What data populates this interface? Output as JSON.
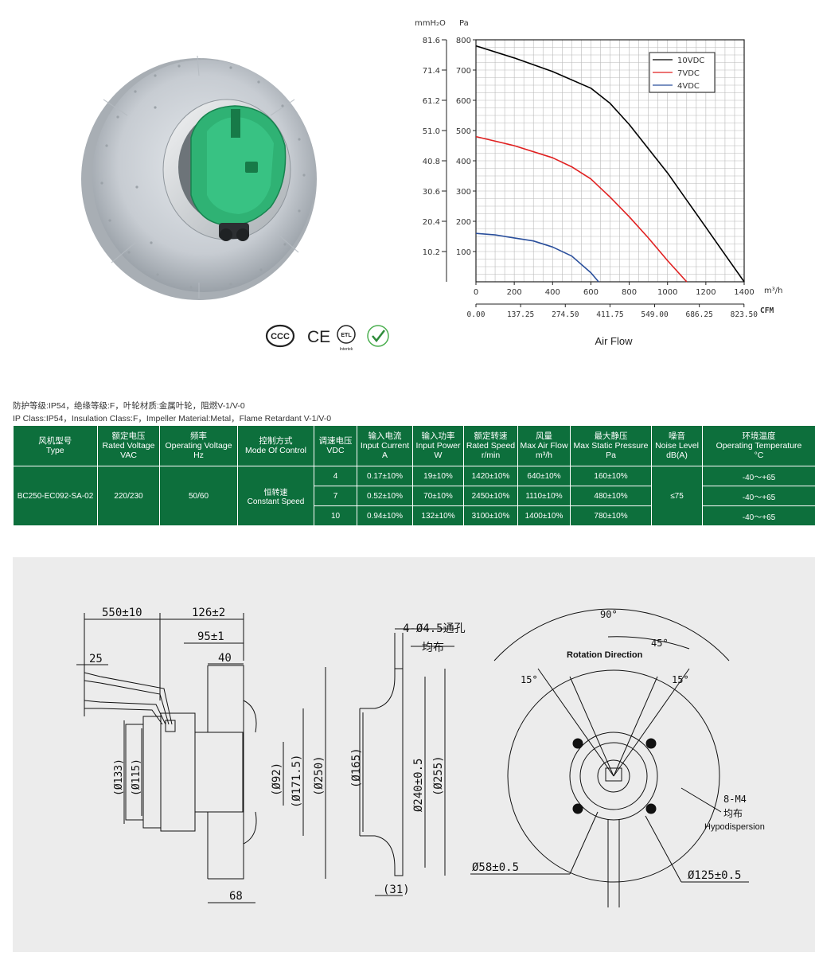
{
  "chart_data": {
    "type": "line",
    "title": "",
    "xlabel": "Air Flow",
    "x_unit_primary": "m³/h",
    "x_unit_secondary": "CFM",
    "y_unit_primary": "Pa",
    "y_unit_secondary": "mmH₂O",
    "xlim": [
      0,
      1400
    ],
    "ylim": [
      0,
      800
    ],
    "x_ticks": [
      "0",
      "200",
      "400",
      "600",
      "800",
      "1000",
      "1200",
      "1400"
    ],
    "x_ticks_cfm": [
      "0.00",
      "137.25",
      "274.50",
      "411.75",
      "549.00",
      "686.25",
      "823.50"
    ],
    "y_ticks_pa": [
      "100",
      "200",
      "300",
      "400",
      "500",
      "600",
      "700",
      "800"
    ],
    "y_ticks_mmh2o": [
      "10.2",
      "20.4",
      "30.6",
      "40.8",
      "51.0",
      "61.2",
      "71.4",
      "81.6"
    ],
    "grid": true,
    "legend_position": "top-right",
    "series": [
      {
        "name": "10VDC",
        "color": "#000000",
        "x": [
          0,
          200,
          400,
          600,
          700,
          800,
          900,
          1000,
          1100,
          1200,
          1300,
          1400
        ],
        "y": [
          780,
          740,
          695,
          640,
          590,
          520,
          440,
          360,
          270,
          180,
          90,
          0
        ]
      },
      {
        "name": "7VDC",
        "color": "#e02020",
        "x": [
          0,
          200,
          400,
          500,
          600,
          700,
          800,
          900,
          1000,
          1100
        ],
        "y": [
          480,
          450,
          410,
          380,
          340,
          280,
          215,
          145,
          70,
          0
        ]
      },
      {
        "name": "4VDC",
        "color": "#2a4f9c",
        "x": [
          0,
          100,
          200,
          300,
          400,
          500,
          600,
          640
        ],
        "y": [
          160,
          155,
          145,
          135,
          115,
          85,
          30,
          0
        ]
      }
    ]
  },
  "certifications": [
    "CCC",
    "CE",
    "ETL Intertek",
    "RoHS"
  ],
  "spec_line_cn": "防护等级:IP54，绝缘等级:F，叶轮材质:金属叶轮，阻燃V-1/V-0",
  "spec_line_en": "IP Class:IP54，Insulation Class:F，Impeller Material:Metal，Flame Retardant V-1/V-0",
  "table": {
    "headers": [
      {
        "cn": "风机型号",
        "en": "Type",
        "unit": ""
      },
      {
        "cn": "额定电压",
        "en": "Rated Voltage",
        "unit": "VAC"
      },
      {
        "cn": "频率",
        "en": "Operating Voltage",
        "unit": "Hz"
      },
      {
        "cn": "控制方式",
        "en": "Mode Of Control",
        "unit": ""
      },
      {
        "cn": "调速电压",
        "en": "VDC",
        "unit": ""
      },
      {
        "cn": "输入电流",
        "en": "Input Current",
        "unit": "A"
      },
      {
        "cn": "输入功率",
        "en": "Input Power",
        "unit": "W"
      },
      {
        "cn": "额定转速",
        "en": "Rated Speed",
        "unit": "r/min"
      },
      {
        "cn": "风量",
        "en": "Max Air Flow",
        "unit": "m³/h"
      },
      {
        "cn": "最大静压",
        "en": "Max Static Pressure",
        "unit": "Pa"
      },
      {
        "cn": "噪音",
        "en": "Noise Level",
        "unit": "dB(A)"
      },
      {
        "cn": "环境温度",
        "en": "Operating Temperature",
        "unit": "°C"
      }
    ],
    "type": "BC250-EC092-SA-02",
    "rated_voltage": "220/230",
    "frequency": "50/60",
    "control_cn": "恒转速",
    "control_en": "Constant Speed",
    "noise": "≤75",
    "rows": [
      {
        "vdc": "4",
        "current": "0.17±10%",
        "power": "19±10%",
        "speed": "1420±10%",
        "flow": "640±10%",
        "pressure": "160±10%",
        "temp": "-40～+65"
      },
      {
        "vdc": "7",
        "current": "0.52±10%",
        "power": "70±10%",
        "speed": "2450±10%",
        "flow": "1110±10%",
        "pressure": "480±10%",
        "temp": "-40～+65"
      },
      {
        "vdc": "10",
        "current": "0.94±10%",
        "power": "132±10%",
        "speed": "3100±10%",
        "flow": "1400±10%",
        "pressure": "780±10%",
        "temp": "-40～+65"
      }
    ]
  },
  "drawing": {
    "side": {
      "cable_length": "550±10",
      "overall_length": "126±2",
      "dim_95": "95±1",
      "dim_40": "40",
      "dim_25": "25",
      "dim_68": "68",
      "d133": "(Ø133)",
      "d115": "(Ø115)",
      "d92": "(Ø92)",
      "d171": "(Ø171.5)",
      "d250": "(Ø250)"
    },
    "middle": {
      "holes_cn": "4-Ø4.5通孔",
      "distributed_cn": "均布",
      "d165": "(Ø165)",
      "d240": "Ø240±0.5",
      "d255": "(Ø255)",
      "d31": "(31)"
    },
    "front": {
      "angle_90": "90°",
      "angle_45": "45°",
      "angle_15_left": "15°",
      "angle_15_right": "15°",
      "rotation": "Rotation  Direction",
      "m4": "8-M4",
      "m4_cn": "均布",
      "hypo": "Hypodispersion",
      "d58": "Ø58±0.5",
      "d125": "Ø125±0.5"
    }
  }
}
